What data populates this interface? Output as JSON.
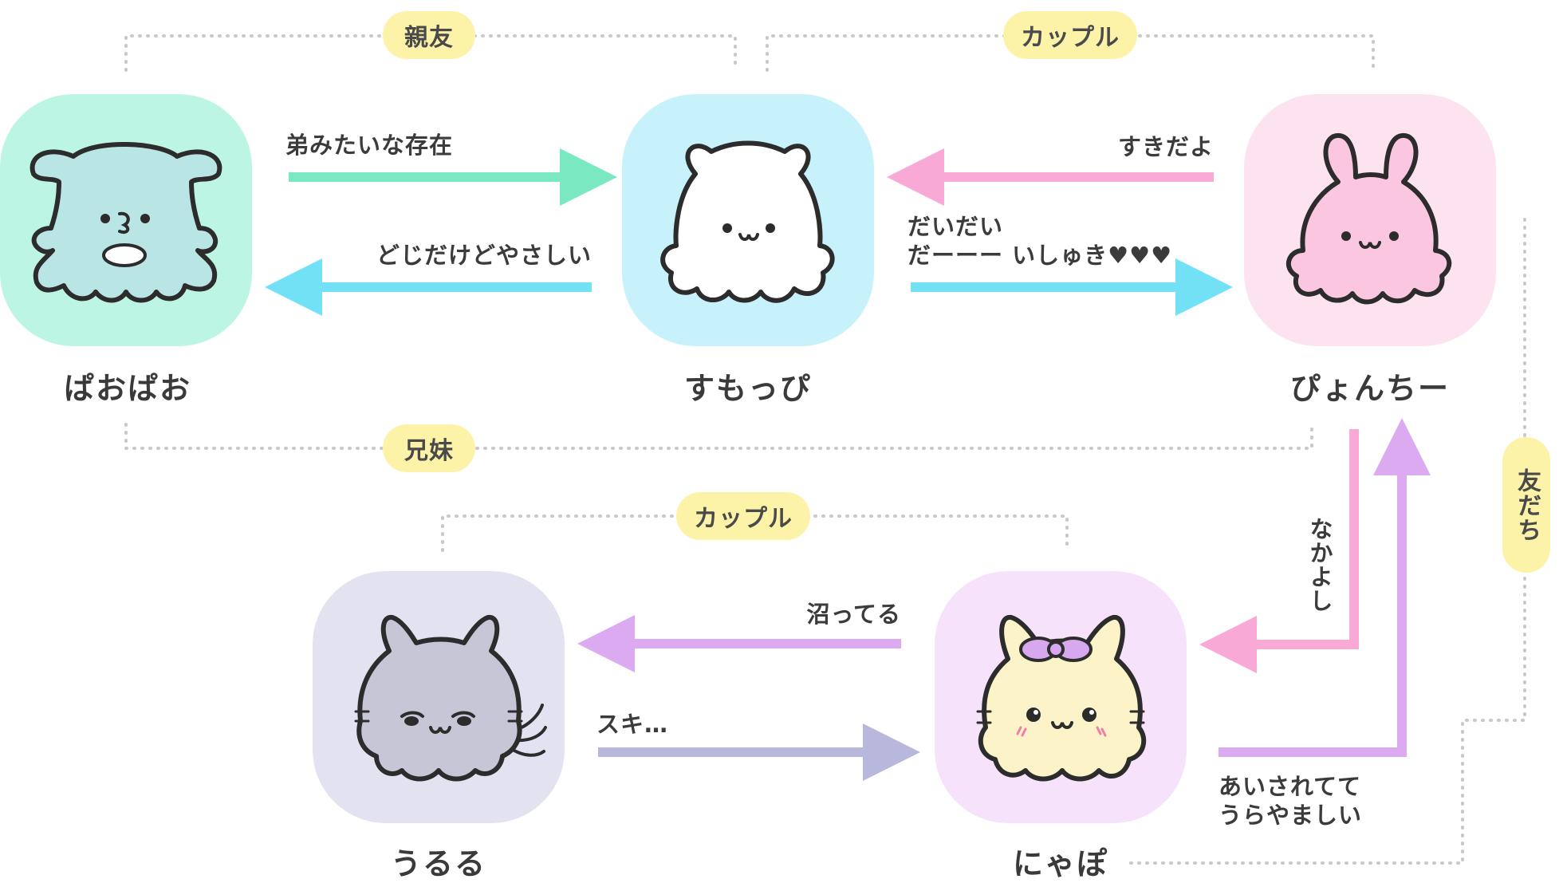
{
  "characters": {
    "paopao": {
      "name": "ぱおぱお",
      "color": "#bdf5e4"
    },
    "sumoppi": {
      "name": "すもっぴ",
      "color": "#c8f2fb"
    },
    "pyonchi": {
      "name": "ぴょんちー",
      "color": "#fde2f0"
    },
    "ururu": {
      "name": "うるる",
      "color": "#e3e2f0"
    },
    "nyapo": {
      "name": "にゃぽ",
      "color": "#f6e2fa"
    }
  },
  "relations": {
    "shinyu": "親友",
    "couple_top": "カップル",
    "kyoudai": "兄妹",
    "couple_bottom": "カップル",
    "tomodachi": "友だち"
  },
  "arrows": {
    "paopao_to_sumoppi": "弟みたいな存在",
    "sumoppi_to_paopao": "どじだけどやさしい",
    "pyonchi_to_sumoppi": "すきだよ",
    "sumoppi_to_pyonchi_line1": "だいだい",
    "sumoppi_to_pyonchi_line2": "だーーー いしゅき♥♥♥",
    "pyonchi_to_nyapo": "なかよし",
    "nyapo_to_pyonchi_line1": "あいされてて",
    "nyapo_to_pyonchi_line2": "うらやましい",
    "nyapo_to_ururu": "沼ってる",
    "ururu_to_nyapo": "スキ…"
  },
  "arrow_colors": {
    "mint": "#7ae9c1",
    "cyan": "#72e0f5",
    "pink": "#f8a9d6",
    "purple": "#dcaaf0",
    "lavender": "#b8b8dd"
  }
}
